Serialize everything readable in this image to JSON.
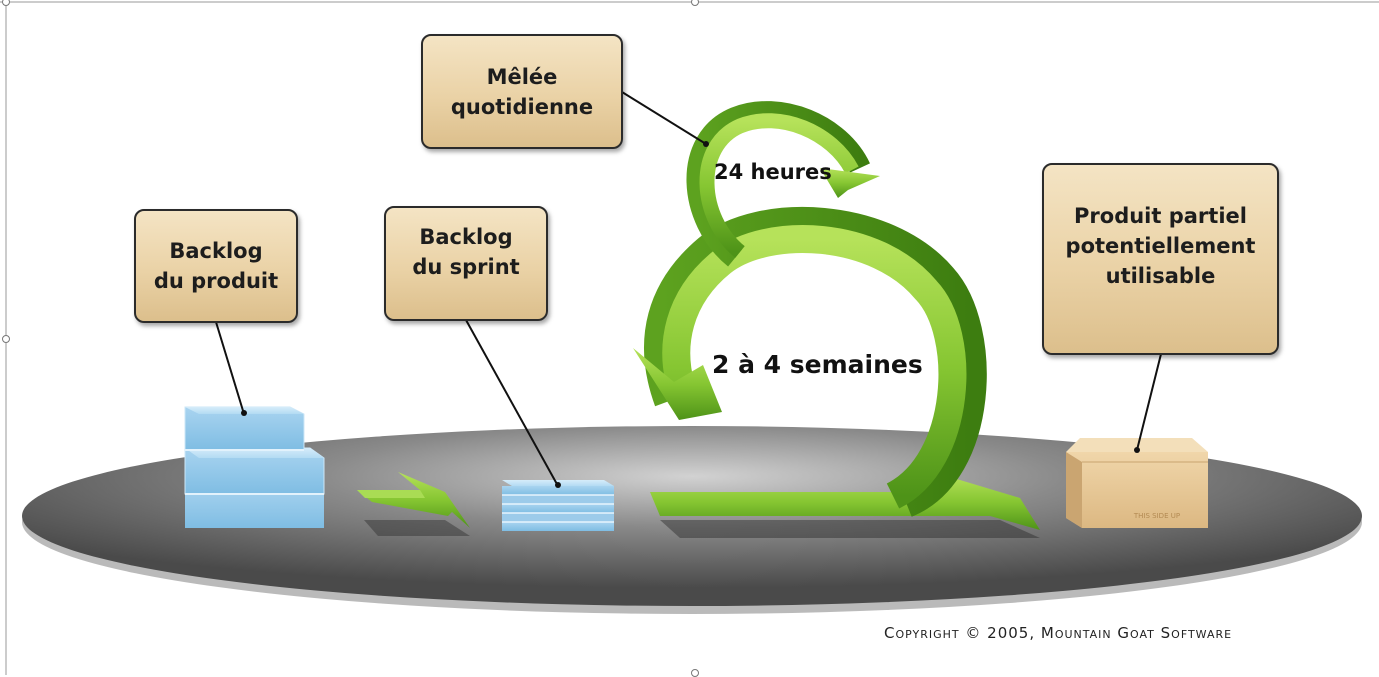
{
  "callouts": {
    "daily_scrum": [
      "Mêlée",
      "quotidienne"
    ],
    "product_backlog": [
      "Backlog",
      "du produit"
    ],
    "sprint_backlog": [
      "Backlog",
      "du sprint"
    ],
    "increment": [
      "Produit partiel",
      "potentiellement",
      "utilisable"
    ]
  },
  "labels": {
    "daily_cycle": "24 heures",
    "sprint_cycle": "2 à 4 semaines"
  },
  "copyright": "Copyright © 2005, Mountain Goat Software",
  "box_print": "THIS SIDE UP",
  "colors": {
    "callout_fill": "#ead2a6",
    "arrow_green": "#7ec02b",
    "stack_blue": "#a6d2ee",
    "platform_grey": "#6e6e6e",
    "box_tan": "#e6c898"
  }
}
